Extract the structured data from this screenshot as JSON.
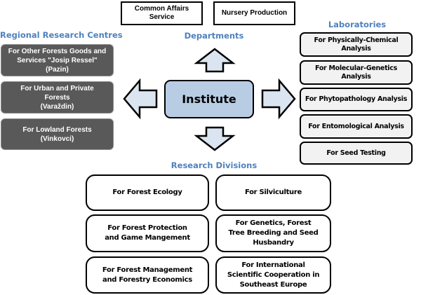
{
  "departments": {
    "heading": "Departments",
    "items": [
      {
        "label": "Common Affairs Service"
      },
      {
        "label": "Nursery Production"
      }
    ]
  },
  "regional_centres": {
    "heading": "Regional Research Centres",
    "items": [
      {
        "line1": "For Other Forests Goods and",
        "line2": "Services \"Josip Ressel\"",
        "line3": "(Pazin)"
      },
      {
        "line1": "For Urban and Private",
        "line2": "Forests",
        "line3": "(Varaždin)"
      },
      {
        "line1": "For Lowland Forests",
        "line2": "(Vinkovci)"
      }
    ]
  },
  "laboratories": {
    "heading": "Laboratories",
    "items": [
      {
        "label": "For Physically-Chemical Analysis"
      },
      {
        "label": "For Molecular-Genetics Analysis"
      },
      {
        "label": "For Phytopathology Analysis"
      },
      {
        "label": "For Entomological Analysis"
      },
      {
        "label": "For Seed Testing"
      }
    ]
  },
  "institute": {
    "label": "Institute"
  },
  "research_divisions": {
    "heading": "Research Divisions",
    "items": [
      {
        "label": "For Forest Ecology"
      },
      {
        "label": "For Silviculture"
      },
      {
        "label": "For Forest Protection and Game Mangement"
      },
      {
        "label": "For Genetics, Forest Tree Breeding and Seed Husbandry"
      },
      {
        "label": "For Forest Management and Forestry Economics"
      },
      {
        "label": "For International Scientific Cooperation in Southeast Europe"
      }
    ]
  },
  "colors": {
    "heading_blue": "#4f81bd",
    "institute_fill": "#b8cce4",
    "arrow_fill": "#dbe5f1",
    "regional_fill": "#595959",
    "lab_fill": "#f2f2f2"
  }
}
